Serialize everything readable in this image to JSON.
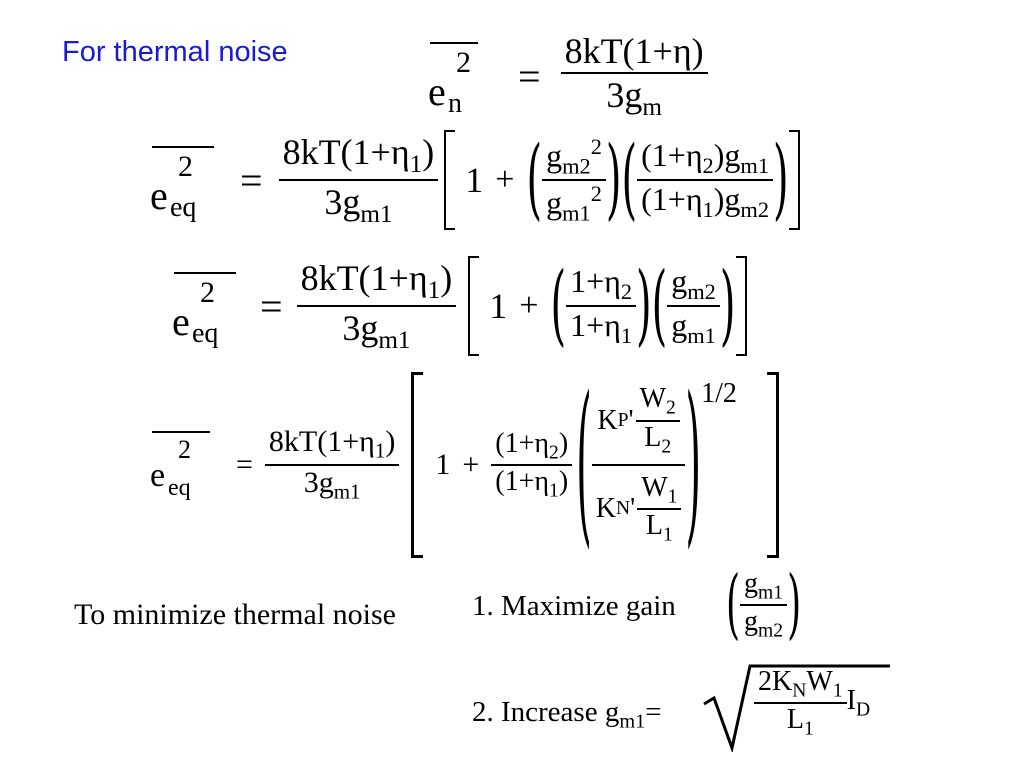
{
  "title": "For thermal noise",
  "eq0": {
    "symbol": "e",
    "sup": "2",
    "sub": "n",
    "eq": "=",
    "num": "8kT(1+η)",
    "den_main": "3g",
    "den_sub": "m"
  },
  "eq1": {
    "symbol": "e",
    "sup": "2",
    "sub": "eq",
    "eq": "=",
    "num": "8kT(1+η",
    "num_sub": "1",
    "num_close": ")",
    "den_main": "3g",
    "den_sub": "m1",
    "one": "1",
    "plus": "+",
    "r1_num": "g",
    "r1_num_sub": "m2",
    "r1_num_sup": "2",
    "r1_den": "g",
    "r1_den_sub": "m1",
    "r1_den_sup": "2",
    "r2_num_a": "(1+η",
    "r2_num_a_sub": "2",
    "r2_num_b": ")g",
    "r2_num_b_sub": "m1",
    "r2_den_a": "(1+η",
    "r2_den_a_sub": "1",
    "r2_den_b": ")g",
    "r2_den_b_sub": "m2"
  },
  "eq2": {
    "symbol": "e",
    "sup": "2",
    "sub": "eq",
    "eq": "=",
    "num": "8kT(1+η",
    "num_sub": "1",
    "num_close": ")",
    "den_main": "3g",
    "den_sub": "m1",
    "one": "1",
    "plus": "+",
    "r1_num": "1+η",
    "r1_num_sub": "2",
    "r1_den": "1+η",
    "r1_den_sub": "1",
    "r2_num": "g",
    "r2_num_sub": "m2",
    "r2_den": "g",
    "r2_den_sub": "m1"
  },
  "eq3": {
    "symbol": "e",
    "sup": "2",
    "sub": "eq",
    "eq": "=",
    "num": "8kT(1+η",
    "num_sub": "1",
    "num_close": ")",
    "den_main": "3g",
    "den_sub": "m1",
    "one": "1",
    "plus": "+",
    "c_num": "(1+η",
    "c_num_sub": "2",
    "c_num_close": ")",
    "c_den": "(1+η",
    "c_den_sub": "1",
    "c_den_close": ")",
    "kp": "K",
    "kp_sub": "P",
    "kp_prime": "'",
    "w2": "W",
    "w2_sub": "2",
    "l2": "L",
    "l2_sub": "2",
    "kn": "K",
    "kn_sub": "N",
    "kn_prime": "'",
    "w1": "W",
    "w1_sub": "1",
    "l1": "L",
    "l1_sub": "1",
    "exponent": "1/2"
  },
  "minimize": {
    "label": "To minimize thermal noise",
    "item1": "1. Maximize gain",
    "gain_num": "g",
    "gain_num_sub": "m1",
    "gain_den": "g",
    "gain_den_sub": "m2",
    "item2": "2. Increase g",
    "item2_sub": "m1",
    "item2_eq": "=",
    "sqrt_num_a": "2K",
    "sqrt_num_a_sub": "N",
    "sqrt_num_b": "W",
    "sqrt_num_b_sub": "1",
    "sqrt_den": "L",
    "sqrt_den_sub": "1",
    "id": "I",
    "id_sub": "D"
  }
}
